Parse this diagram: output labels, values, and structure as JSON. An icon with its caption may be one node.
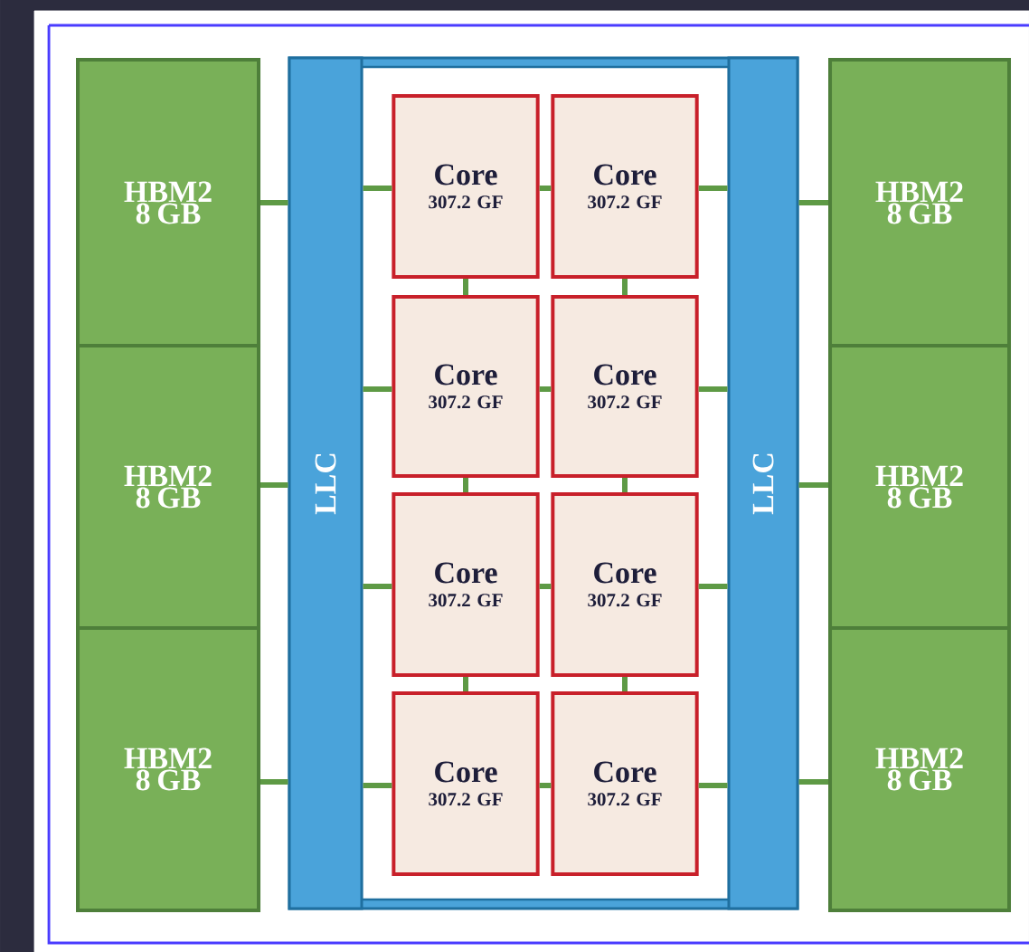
{
  "diagram": {
    "nodes": [
      {
        "text": [
          "HBM2 8 GB"
        ]
      },
      {
        "text": [
          "HBM2 8 GB"
        ]
      },
      {
        "text": [
          "HBM2 8 GB"
        ]
      },
      {
        "text": [
          "LLC"
        ]
      },
      {
        "text": [
          "Core",
          "307.2 GF"
        ]
      },
      {
        "text": [
          "Core",
          "307.2 GF"
        ]
      },
      {
        "text": [
          "Core",
          "307.2 GF"
        ]
      },
      {
        "text": [
          "Core",
          "307.2 GF"
        ]
      },
      {
        "text": [
          "Core",
          "307.2 GF"
        ]
      },
      {
        "text": [
          "Core",
          "307.2 GF"
        ]
      },
      {
        "text": [
          "Core",
          "307.2 GF"
        ]
      },
      {
        "text": [
          "Core",
          "307.2 GF"
        ]
      },
      {
        "text": [
          "LLC"
        ]
      },
      {
        "text": [
          "HBM2 8 GB"
        ]
      },
      {
        "text": [
          "HBM2 8 GB"
        ]
      },
      {
        "text": [
          "HBM2 8 GB"
        ]
      }
    ],
    "edges": [
      {
        "from": 0,
        "to": 3,
        "arrow": "none"
      },
      {
        "from": 1,
        "to": 3,
        "arrow": "none"
      },
      {
        "from": 2,
        "to": 3,
        "arrow": "none"
      },
      {
        "from": 3,
        "to": 4,
        "arrow": "none"
      },
      {
        "from": 3,
        "to": 6,
        "arrow": "none"
      },
      {
        "from": 3,
        "to": 8,
        "arrow": "none"
      },
      {
        "from": 3,
        "to": 10,
        "arrow": "none"
      },
      {
        "from": 4,
        "to": 5,
        "arrow": "none"
      },
      {
        "from": 6,
        "to": 7,
        "arrow": "none"
      },
      {
        "from": 8,
        "to": 9,
        "arrow": "none"
      },
      {
        "from": 10,
        "to": 11,
        "arrow": "none"
      },
      {
        "from": 5,
        "to": 12,
        "arrow": "none"
      },
      {
        "from": 7,
        "to": 12,
        "arrow": "none"
      },
      {
        "from": 9,
        "to": 12,
        "arrow": "none"
      },
      {
        "from": 11,
        "to": 12,
        "arrow": "none"
      },
      {
        "from": 4,
        "to": 6,
        "arrow": "none"
      },
      {
        "from": 6,
        "to": 8,
        "arrow": "none"
      },
      {
        "from": 8,
        "to": 10,
        "arrow": "none"
      },
      {
        "from": 5,
        "to": 7,
        "arrow": "none"
      },
      {
        "from": 7,
        "to": 9,
        "arrow": "none"
      },
      {
        "from": 9,
        "to": 11,
        "arrow": "none"
      },
      {
        "from": 12,
        "to": 13,
        "arrow": "none"
      },
      {
        "from": 12,
        "to": 14,
        "arrow": "none"
      },
      {
        "from": 12,
        "to": 15,
        "arrow": "none"
      }
    ]
  }
}
